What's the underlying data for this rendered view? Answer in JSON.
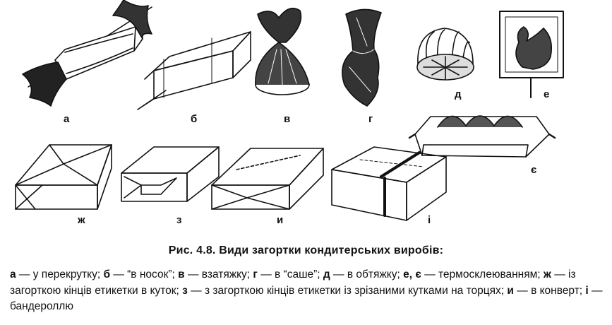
{
  "labels": {
    "a": "а",
    "b": "б",
    "v": "в",
    "g": "г",
    "d": "д",
    "e": "е",
    "ye": "є",
    "zh": "ж",
    "z": "з",
    "i": "и",
    "ii": "і"
  },
  "caption": "Рис. 4.8. Види загортки кондитерських виробів:",
  "legend": {
    "items": [
      {
        "key": "а",
        "text": " — у перекрутку; "
      },
      {
        "key": "б",
        "text": " — “в носок”; "
      },
      {
        "key": "в",
        "text": " — взатяжку; "
      },
      {
        "key": "г",
        "text": " — в “саше”; "
      },
      {
        "key": "д",
        "text": " — в обтяжку; "
      },
      {
        "key": "е, є",
        "text": " — термосклеюванням; "
      },
      {
        "key": "ж",
        "text": " — із загорткою кінців етикетки в куток; "
      },
      {
        "key": "з",
        "text": " — з загорткою кінців етикетки із зрізаними кутками на торцях; "
      },
      {
        "key": "и",
        "text": " — в конверт; "
      },
      {
        "key": "і",
        "text": " — бандероллю"
      }
    ]
  }
}
